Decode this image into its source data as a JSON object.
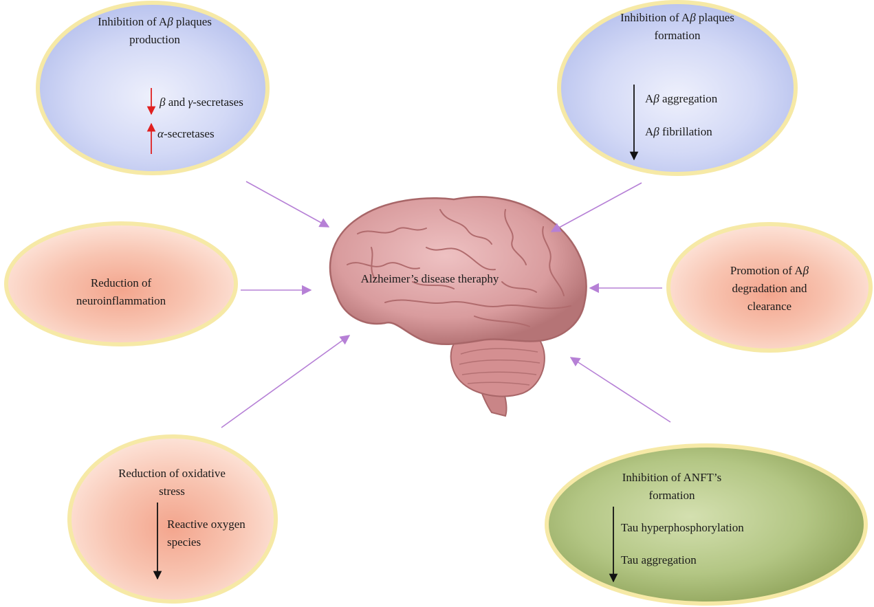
{
  "center": {
    "label": "Alzheimer’s disease theraphy"
  },
  "nodes": {
    "production": {
      "title_a": "Inhibition of A",
      "title_beta": "β",
      "title_b": " plaques",
      "title_line2": "production",
      "down_beta": "β",
      "down_mid": " and ",
      "down_gamma": "γ",
      "down_rest": "-secretases",
      "up_alpha": "α",
      "up_rest": "-secretases",
      "fill": "#c9d1f3"
    },
    "formation": {
      "title_a": "Inhibition of A",
      "title_beta": "β",
      "title_b": " plaques",
      "title_line2": "formation",
      "item1_a": "A",
      "item1_beta": "β",
      "item1_b": " aggregation",
      "item2_a": "A",
      "item2_beta": "β",
      "item2_b": " fibrillation",
      "fill": "#c9d1f3"
    },
    "neuroinflammation": {
      "line1": "Reduction of",
      "line2": "neuroinflammation",
      "fill": "#f6c5b4"
    },
    "degradation": {
      "line1_a": "Promotion of A",
      "line1_beta": "β",
      "line2": "degradation and",
      "line3": "clearance",
      "fill": "#f6c5b4"
    },
    "oxidative": {
      "line1": "Reduction of oxidative",
      "line2": "stress",
      "item1": "Reactive oxygen",
      "item2": "species",
      "fill": "#f6c5b4"
    },
    "anft": {
      "line1": "Inhibition of ANFT’s",
      "line2": "formation",
      "item1": "Tau hyperphosphorylation",
      "item2": "Tau aggregation",
      "fill": "#aec07c"
    }
  },
  "colors": {
    "arrow": "#b680d6",
    "ellipse_rim": "#f6e9a6",
    "brain": "#d89a9c",
    "red_arrow": "#e02020"
  }
}
